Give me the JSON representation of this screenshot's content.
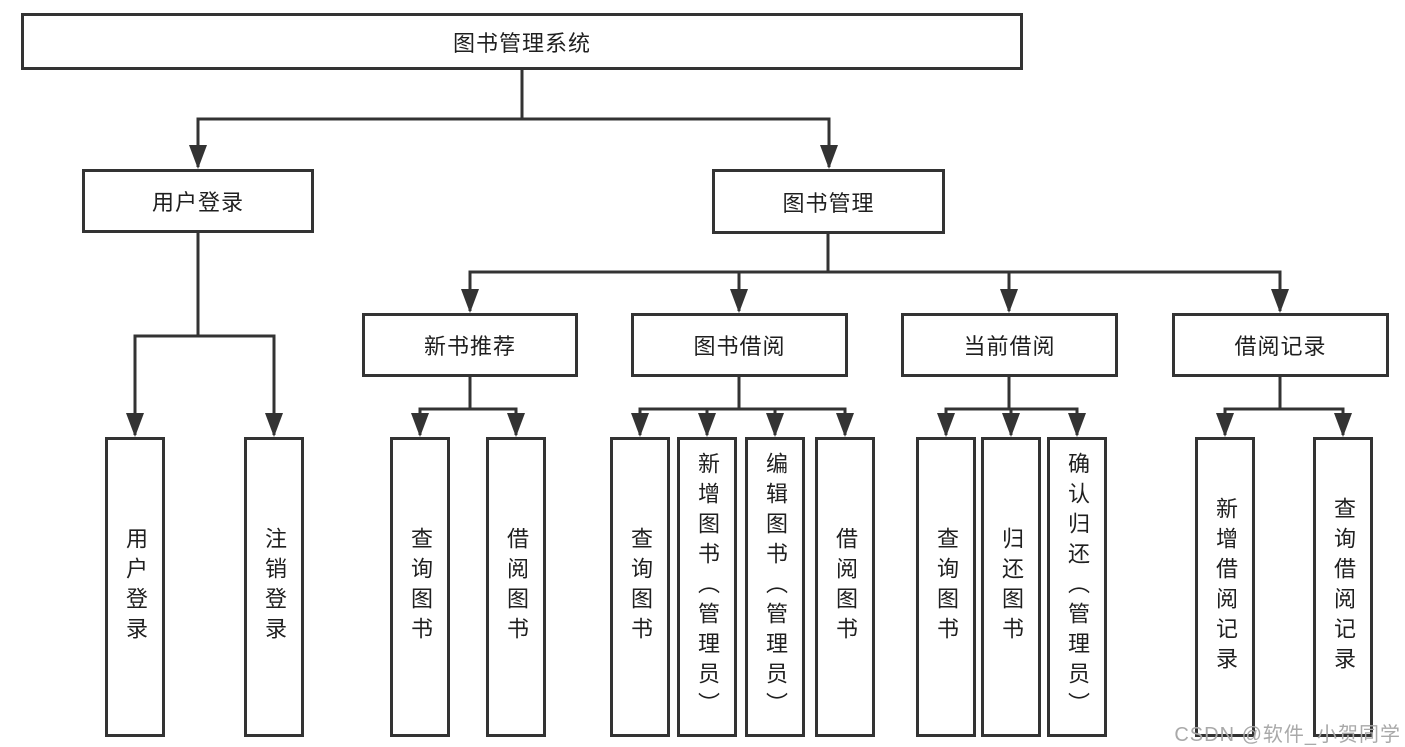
{
  "diagram": {
    "root": {
      "label": "图书管理系统"
    },
    "level2": [
      {
        "label": "用户登录"
      },
      {
        "label": "图书管理"
      }
    ],
    "level3": [
      {
        "label": "新书推荐"
      },
      {
        "label": "图书借阅"
      },
      {
        "label": "当前借阅"
      },
      {
        "label": "借阅记录"
      }
    ],
    "leaves": {
      "user_login": [
        {
          "label": "用户登录"
        },
        {
          "label": "注销登录"
        }
      ],
      "new_book_recommend": [
        {
          "label": "查询图书"
        },
        {
          "label": "借阅图书"
        }
      ],
      "book_borrow": [
        {
          "label": "查询图书"
        },
        {
          "label": "新增图书（管理员）"
        },
        {
          "label": "编辑图书（管理员）"
        },
        {
          "label": "借阅图书"
        }
      ],
      "current_borrow": [
        {
          "label": "查询图书"
        },
        {
          "label": "归还图书"
        },
        {
          "label": "确认归还（管理员）"
        }
      ],
      "borrow_records": [
        {
          "label": "新增借阅记录"
        },
        {
          "label": "查询借阅记录"
        }
      ]
    },
    "colors": {
      "line": "#333333",
      "text": "#1f1f1f",
      "background": "#ffffff",
      "watermark": "#a9a9a9"
    }
  },
  "watermark": {
    "text": "CSDN @软件_小贺同学"
  }
}
